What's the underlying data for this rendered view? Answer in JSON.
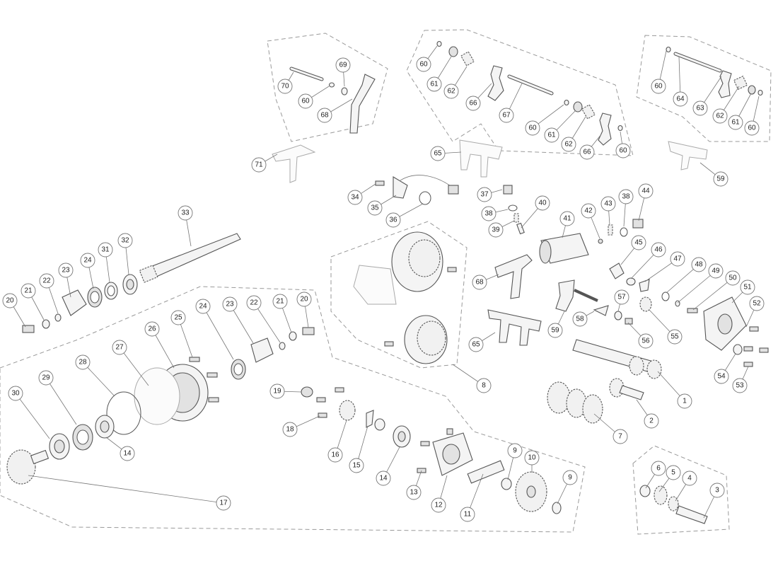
{
  "callouts": [
    {
      "label": "1"
    },
    {
      "label": "2"
    },
    {
      "label": "3"
    },
    {
      "label": "4"
    },
    {
      "label": "5"
    },
    {
      "label": "6"
    },
    {
      "label": "7"
    },
    {
      "label": "8"
    },
    {
      "label": "9"
    },
    {
      "label": "9"
    },
    {
      "label": "10"
    },
    {
      "label": "11"
    },
    {
      "label": "12"
    },
    {
      "label": "13"
    },
    {
      "label": "14"
    },
    {
      "label": "14"
    },
    {
      "label": "15"
    },
    {
      "label": "16"
    },
    {
      "label": "17"
    },
    {
      "label": "18"
    },
    {
      "label": "19"
    },
    {
      "label": "20"
    },
    {
      "label": "20"
    },
    {
      "label": "21"
    },
    {
      "label": "21"
    },
    {
      "label": "22"
    },
    {
      "label": "22"
    },
    {
      "label": "23"
    },
    {
      "label": "23"
    },
    {
      "label": "24"
    },
    {
      "label": "24"
    },
    {
      "label": "25"
    },
    {
      "label": "26"
    },
    {
      "label": "27"
    },
    {
      "label": "28"
    },
    {
      "label": "29"
    },
    {
      "label": "30"
    },
    {
      "label": "31"
    },
    {
      "label": "32"
    },
    {
      "label": "33"
    },
    {
      "label": "34"
    },
    {
      "label": "35"
    },
    {
      "label": "36"
    },
    {
      "label": "37"
    },
    {
      "label": "38"
    },
    {
      "label": "38"
    },
    {
      "label": "39"
    },
    {
      "label": "40"
    },
    {
      "label": "41"
    },
    {
      "label": "42"
    },
    {
      "label": "43"
    },
    {
      "label": "44"
    },
    {
      "label": "45"
    },
    {
      "label": "46"
    },
    {
      "label": "47"
    },
    {
      "label": "48"
    },
    {
      "label": "49"
    },
    {
      "label": "50"
    },
    {
      "label": "51"
    },
    {
      "label": "52"
    },
    {
      "label": "53"
    },
    {
      "label": "54"
    },
    {
      "label": "55"
    },
    {
      "label": "56"
    },
    {
      "label": "57"
    },
    {
      "label": "58"
    },
    {
      "label": "59"
    },
    {
      "label": "59"
    },
    {
      "label": "60"
    },
    {
      "label": "60"
    },
    {
      "label": "60"
    },
    {
      "label": "60"
    },
    {
      "label": "60"
    },
    {
      "label": "60"
    },
    {
      "label": "61"
    },
    {
      "label": "61"
    },
    {
      "label": "61"
    },
    {
      "label": "62"
    },
    {
      "label": "62"
    },
    {
      "label": "62"
    },
    {
      "label": "63"
    },
    {
      "label": "64"
    },
    {
      "label": "65"
    },
    {
      "label": "65"
    },
    {
      "label": "66"
    },
    {
      "label": "66"
    },
    {
      "label": "67"
    },
    {
      "label": "68"
    },
    {
      "label": "68"
    },
    {
      "label": "69"
    },
    {
      "label": "70"
    },
    {
      "label": "71"
    }
  ]
}
